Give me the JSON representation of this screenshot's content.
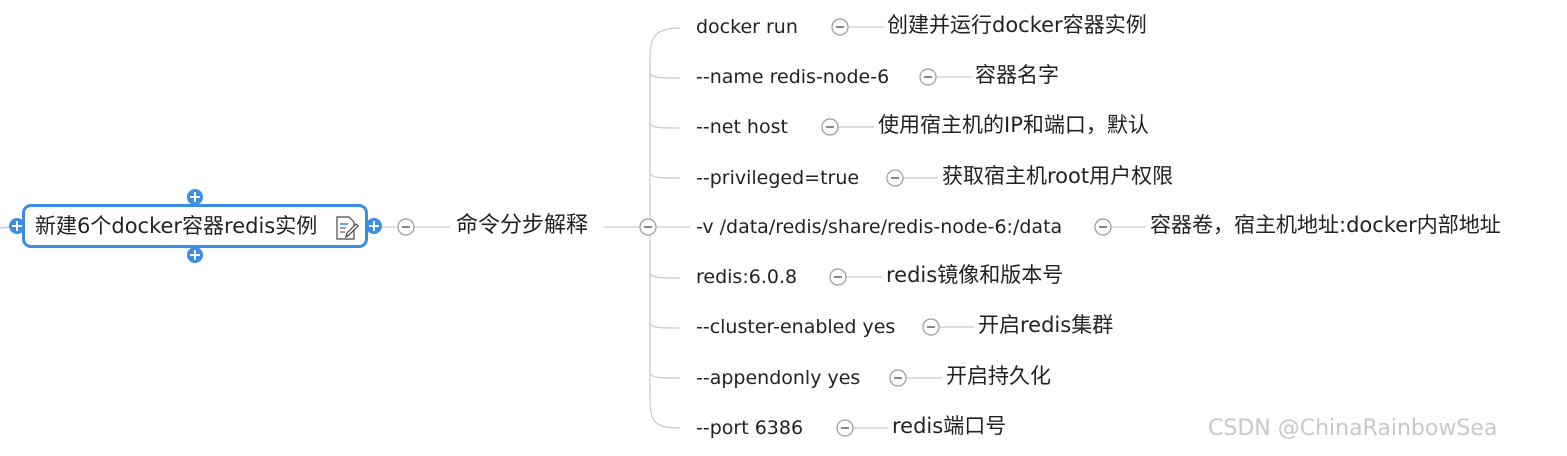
{
  "root": {
    "label": "新建6个docker容器redis实例",
    "note_icon": "note-edit-icon"
  },
  "middle": {
    "label": "命令分步解释"
  },
  "items": [
    {
      "command": "docker run",
      "description": "创建并运行docker容器实例"
    },
    {
      "command": "--name redis-node-6",
      "description": "容器名字"
    },
    {
      "command": "--net host",
      "description": "使用宿主机的IP和端口，默认"
    },
    {
      "command": "--privileged=true",
      "description": "获取宿主机root用户权限"
    },
    {
      "command": "-v /data/redis/share/redis-node-6:/data",
      "description": "容器卷，宿主机地址:docker内部地址"
    },
    {
      "command": "redis:6.0.8",
      "description": "redis镜像和版本号"
    },
    {
      "command": "--cluster-enabled yes",
      "description": "开启redis集群"
    },
    {
      "command": "--appendonly yes",
      "description": "开启持久化"
    },
    {
      "command": "--port 6386",
      "description": "redis端口号"
    }
  ],
  "watermark": "CSDN @ChinaRainbowSea",
  "colors": {
    "accent": "#3a8ee6",
    "line": "#c9c9c9",
    "text": "#222222",
    "watermark": "#c8c8c8"
  }
}
